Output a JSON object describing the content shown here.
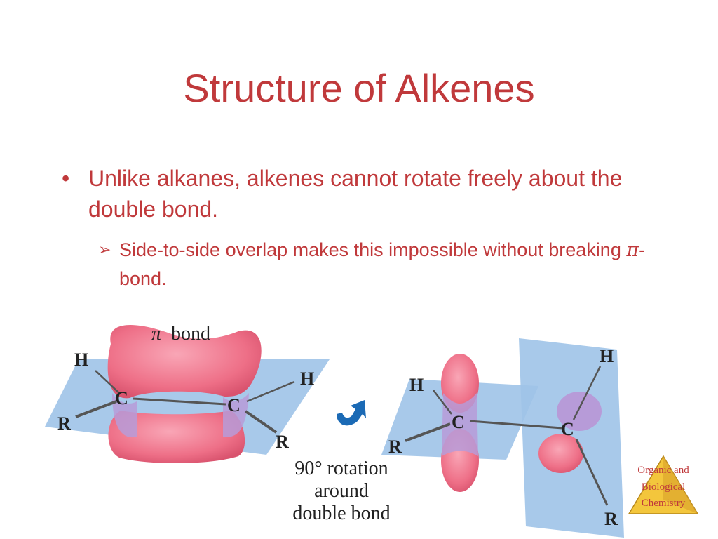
{
  "slide": {
    "title": "Structure of Alkenes",
    "bullet_marker": "•",
    "bullet_text": "Unlike alkanes, alkenes cannot rotate freely about the double bond.",
    "sub_marker": "➢",
    "sub_text_before": "Side-to-side overlap makes this impossible without breaking ",
    "sub_text_pi": "π",
    "sub_text_after": "-bond."
  },
  "figure": {
    "left": {
      "pi_symbol": "π",
      "pi_label": "bond",
      "atom_h_top_left": "H",
      "atom_h_top_right": "H",
      "atom_c_left": "C",
      "atom_c_right": "C",
      "atom_r_left": "R",
      "atom_r_right": "R"
    },
    "rotation_caption": [
      "90° rotation",
      "around",
      "double bond"
    ],
    "right": {
      "atom_h_left": "H",
      "atom_c_left": "C",
      "atom_r_left": "R",
      "atom_h_right": "H",
      "atom_c_right": "C",
      "atom_r_right": "R"
    },
    "colors": {
      "plane": "#9ec3e8",
      "lobe": "#f07890",
      "lobe_overlap": "#b79bd8",
      "arrow": "#1b6ab5"
    }
  },
  "logo": {
    "lines": [
      "Organic and",
      "Biological",
      "Chemistry"
    ]
  }
}
